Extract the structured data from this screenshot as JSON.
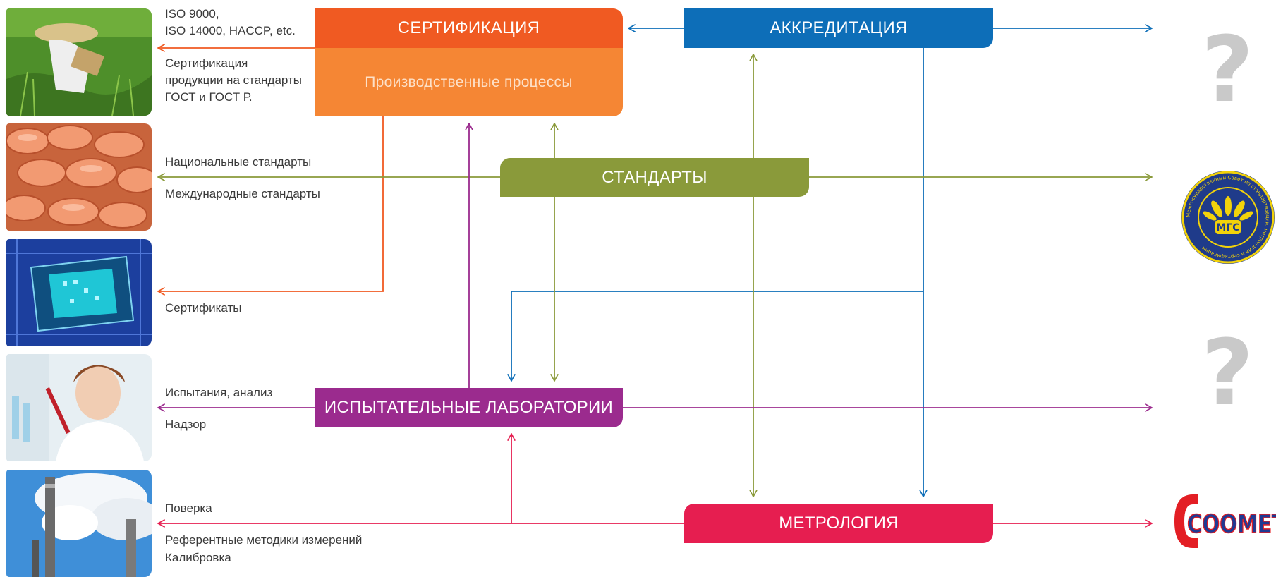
{
  "boxes": {
    "certification_title": "СЕРТИФИКАЦИЯ",
    "certification_sub": "Производственные процессы",
    "accreditation": "АККРЕДИТАЦИЯ",
    "standards": "СТАНДАРТЫ",
    "labs": "ИСПЫТАТЕЛЬНЫЕ ЛАБОРАТОРИИ",
    "metrology": "МЕТРОЛОГИЯ"
  },
  "labels": {
    "iso_line1": "ISO 9000,",
    "iso_line2": "ISO 14000, HACCP, etc.",
    "cert_products_1": "Сертификация",
    "cert_products_2": "продукции на стандарты",
    "cert_products_3": "ГОСТ и ГОСТ Р.",
    "national_standards": "Национальные стандарты",
    "international_standards": "Международные стандарты",
    "certificates": "Сертификаты",
    "testing": "Испытания, анализ",
    "supervision": "Надзор",
    "verification": "Поверка",
    "reference_methods": "Референтные методики измерений",
    "calibration": "Калибровка"
  },
  "right_panel": {
    "question_mark": "?",
    "mgs_logo_text": "МГС",
    "mgs_ring_text": "Межгосударственный Совет по стандартизации, метрологии и сертификации",
    "coomet_text": "COOMET"
  },
  "colors": {
    "certification": "#f05a22",
    "certification_sub": "#f58634",
    "accreditation": "#0d6eb8",
    "standards": "#8a9a3a",
    "labs": "#9b2b8e",
    "metrology": "#e61e50",
    "question": "#c9c9c9",
    "mgs_blue": "#1f3b8a",
    "mgs_gold": "#f2d20a",
    "coomet_red": "#e31e24",
    "coomet_blue": "#1f3a93"
  }
}
